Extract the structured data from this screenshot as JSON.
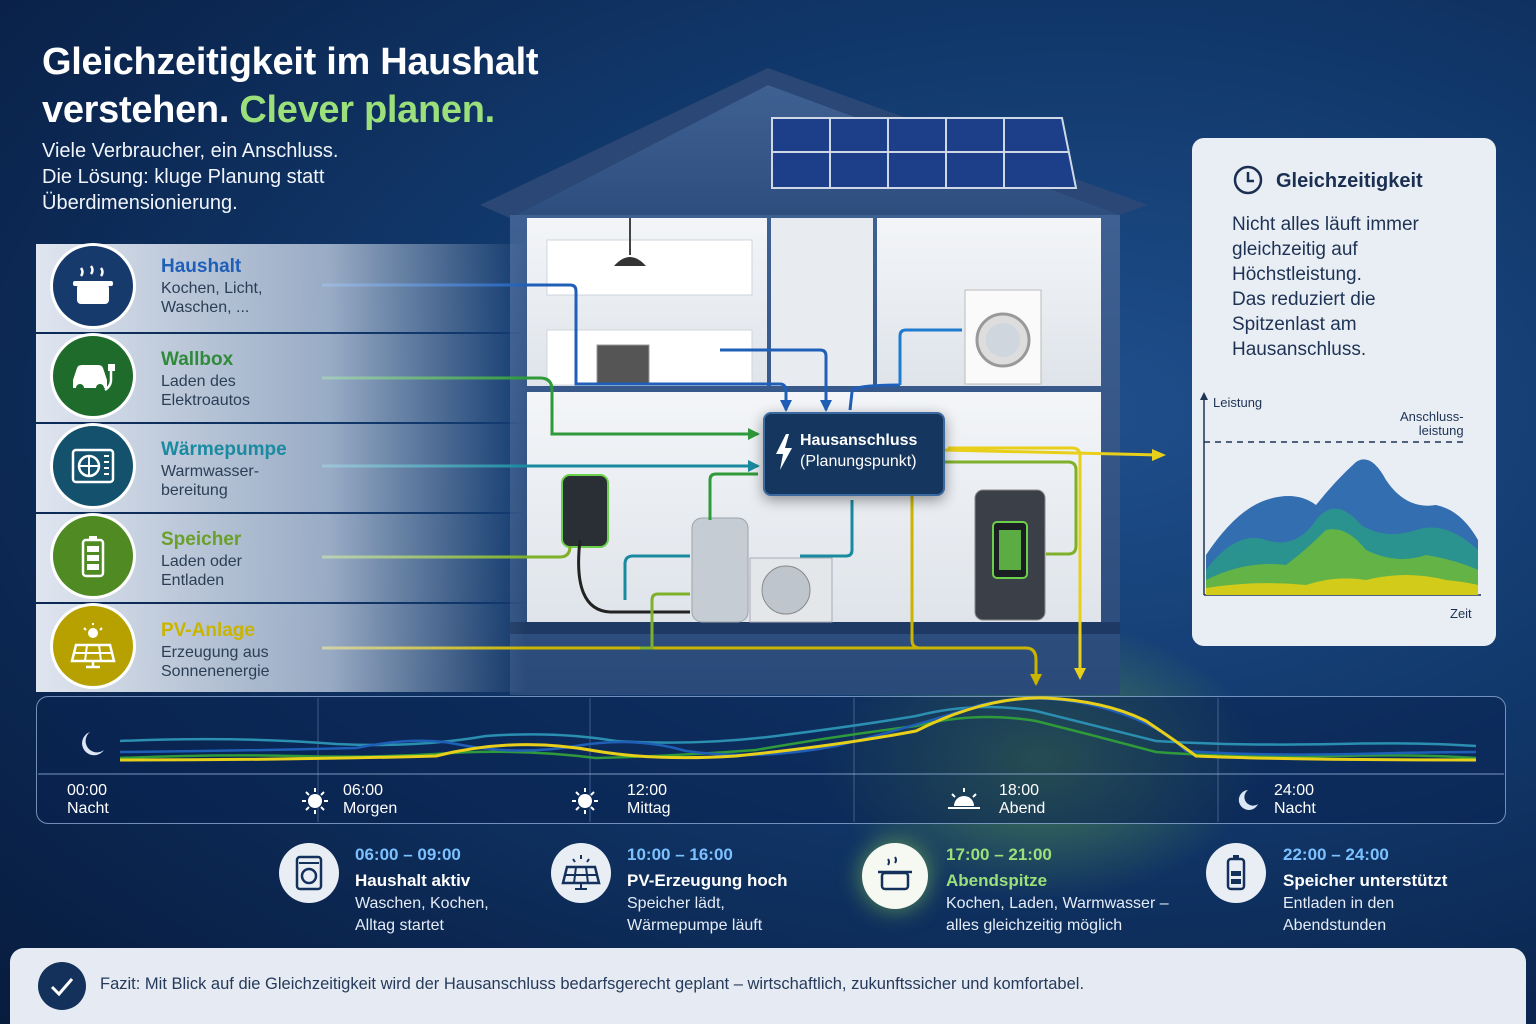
{
  "title": {
    "line1": "Gleichzeitigkeit im Haushalt",
    "line2a": "verstehen.",
    "line2b": "Clever planen."
  },
  "subtitle": [
    "Viele Verbraucher, ein Anschluss.",
    "Die Lösung: kluge Planung statt",
    "Überdimensionierung."
  ],
  "categories": [
    {
      "name": "Haushalt",
      "desc1": "Kochen, Licht,",
      "desc2": "Waschen, ...",
      "color": "#1f5fb8",
      "icon": "cooking-pot-icon"
    },
    {
      "name": "Wallbox",
      "desc1": "Laden des",
      "desc2": "Elektroautos",
      "color": "#2f8a3a",
      "icon": "car-charging-icon"
    },
    {
      "name": "Wärmepumpe",
      "desc1": "Warmwasser-",
      "desc2": "bereitung",
      "color": "#1a8aa0",
      "icon": "heat-pump-icon"
    },
    {
      "name": "Speicher",
      "desc1": "Laden oder",
      "desc2": "Entladen",
      "color": "#6aa02a",
      "icon": "battery-icon"
    },
    {
      "name": "PV-Anlage",
      "desc1": "Erzeugung aus",
      "desc2": "Sonnenenergie",
      "color": "#c9b400",
      "icon": "solar-panel-icon"
    }
  ],
  "hub": {
    "title": "Hausanschluss",
    "sub": "(Planungspunkt)"
  },
  "card": {
    "title": "Gleichzeitigkeit",
    "text": [
      "Nicht alles läuft immer",
      "gleichzeitig auf",
      "Höchstleistung.",
      "Das reduziert die",
      "Spitzenlast am",
      "Hausanschluss."
    ],
    "ylabel": "Leistung",
    "xlabel": "Zeit",
    "limit1": "Anschluss-",
    "limit2": "leistung"
  },
  "timeline": [
    {
      "time": "00:00",
      "label": "Nacht",
      "icon": "moon-icon"
    },
    {
      "time": "06:00",
      "label": "Morgen",
      "icon": "sun-icon"
    },
    {
      "time": "12:00",
      "label": "Mittag",
      "icon": "sun-icon"
    },
    {
      "time": "18:00",
      "label": "Abend",
      "icon": "sunset-icon"
    },
    {
      "time": "24:00",
      "label": "Nacht",
      "icon": "moon-icon"
    }
  ],
  "phases": [
    {
      "time": "06:00 – 09:00",
      "title": "Haushalt aktiv",
      "desc1": "Waschen, Kochen,",
      "desc2": "Alltag startet",
      "icon": "washing-machine-icon"
    },
    {
      "time": "10:00 – 16:00",
      "title": "PV-Erzeugung hoch",
      "desc1": "Speicher lädt,",
      "desc2": "Wärmepumpe läuft",
      "icon": "solar-panel-icon"
    },
    {
      "time": "17:00 – 21:00",
      "title": "Abendspitze",
      "desc1": "Kochen, Laden, Warmwasser –",
      "desc2": "alles gleichzeitig möglich",
      "icon": "cooking-pot-icon"
    },
    {
      "time": "22:00 – 24:00",
      "title": "Speicher unterstützt",
      "desc1": "Entladen in den",
      "desc2": "Abendstunden",
      "icon": "battery-icon"
    }
  ],
  "fazit": "Fazit: Mit Blick auf die Gleichzeitigkeit wird der Hausanschluss bedarfsgerecht geplant – wirtschaftlich, zukunftssicher und komfortabel.",
  "colors": {
    "green": "#9be07a",
    "blue": "#1f5fb8",
    "teal": "#1a8aa0",
    "yellow": "#e8cf1a",
    "navy": "#13315b"
  }
}
